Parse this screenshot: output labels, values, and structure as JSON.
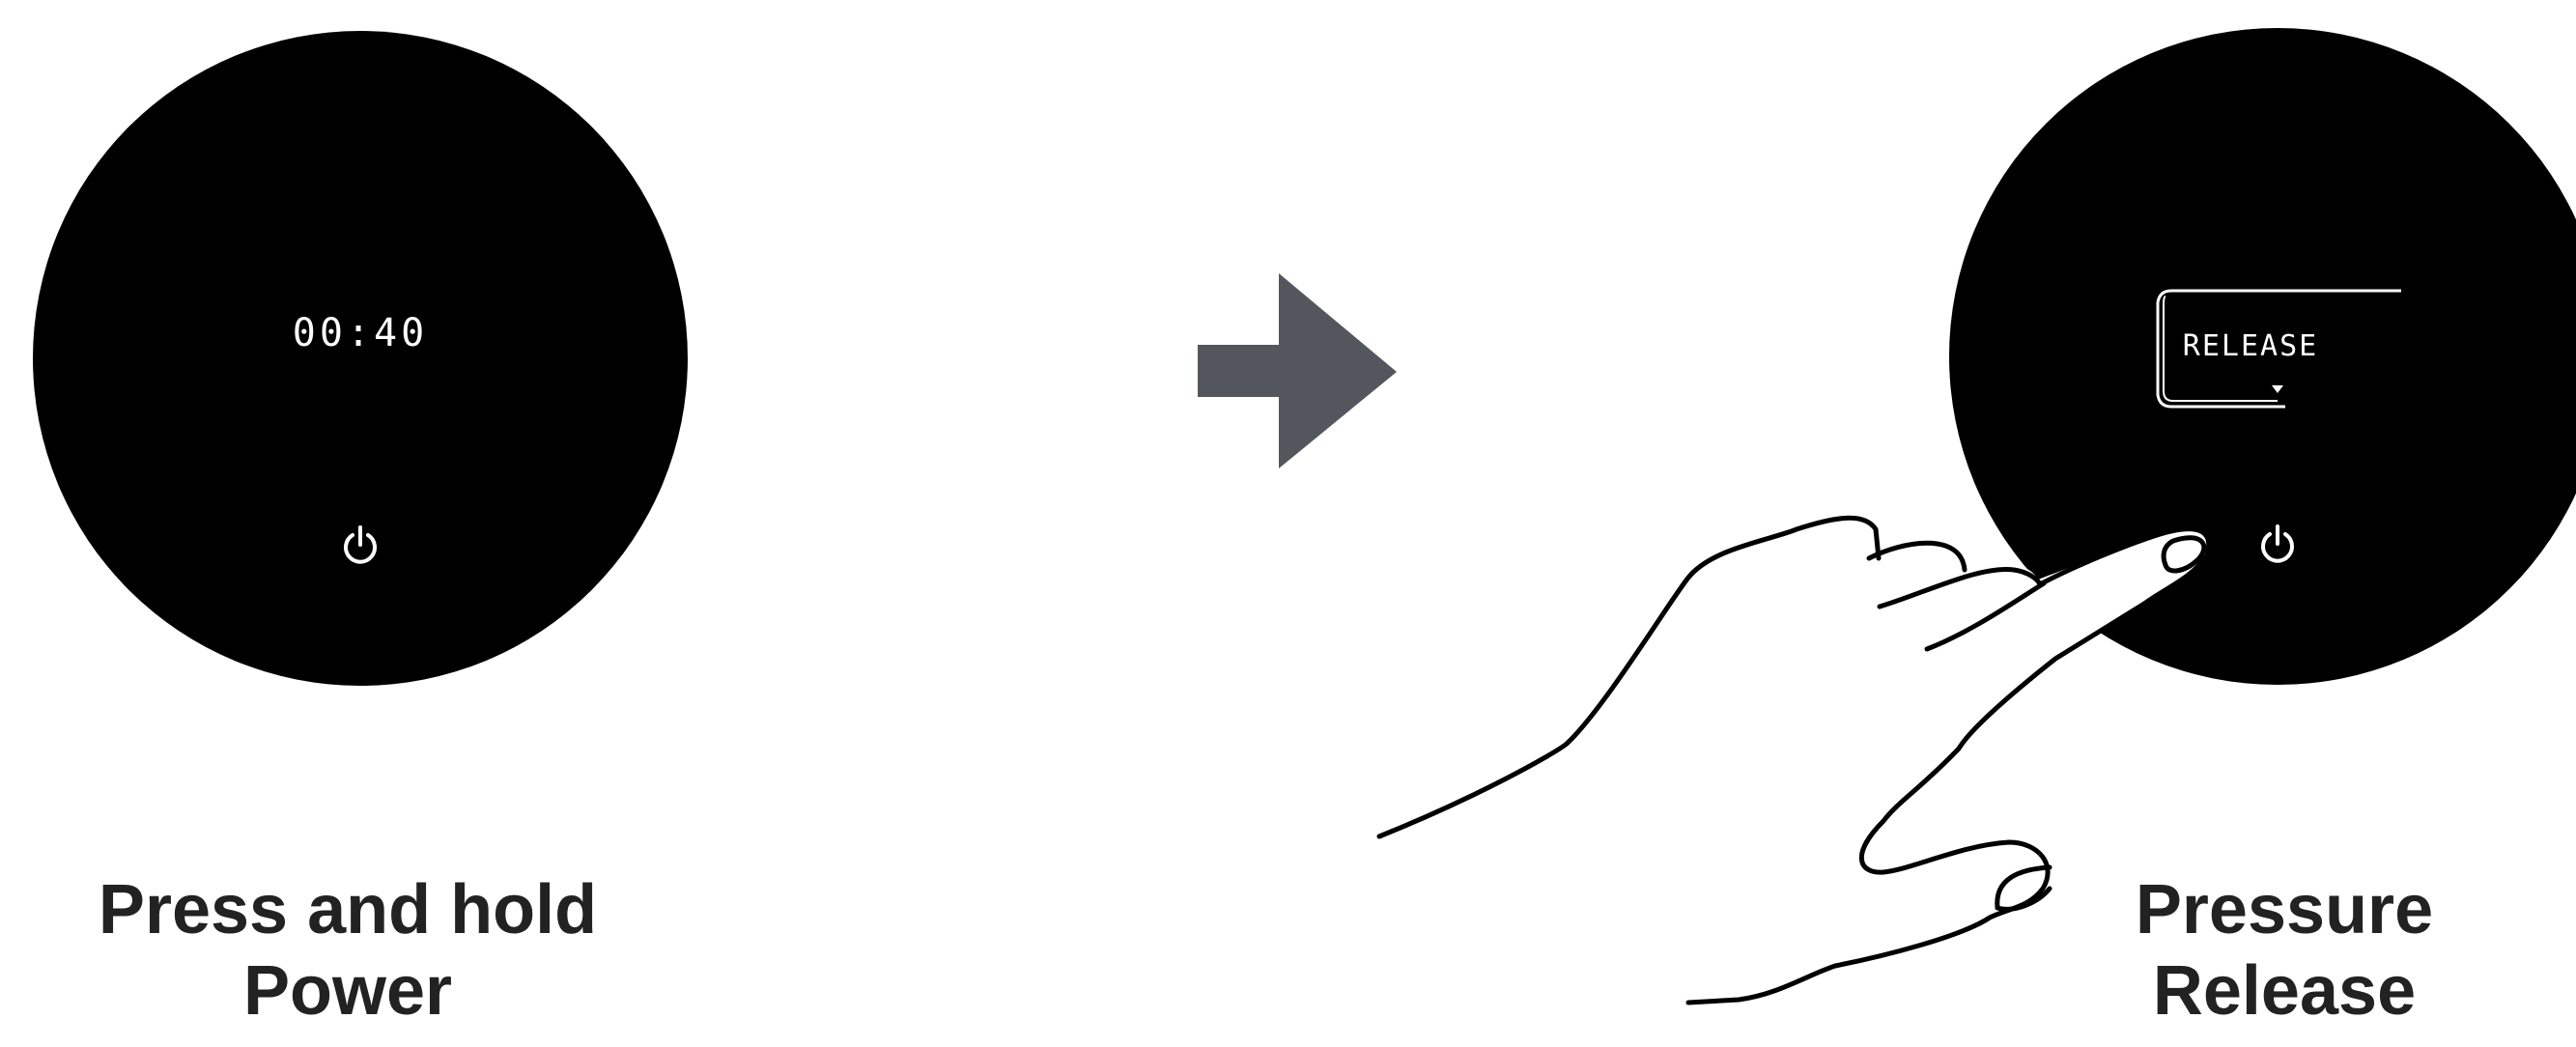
{
  "steps": [
    {
      "timer": "00:40",
      "caption": [
        "Press and hold",
        "Power"
      ],
      "icon": "power-icon"
    },
    {
      "status": "RELEASE",
      "caption": [
        "Pressure",
        "Release"
      ],
      "icon": "power-icon"
    }
  ],
  "arrow": {
    "icon": "right-arrow-icon",
    "color": "#53575d"
  },
  "colors": {
    "panel": "#000000",
    "text_on_panel": "#ffffff",
    "caption": "#222222",
    "background": "#ffffff"
  }
}
